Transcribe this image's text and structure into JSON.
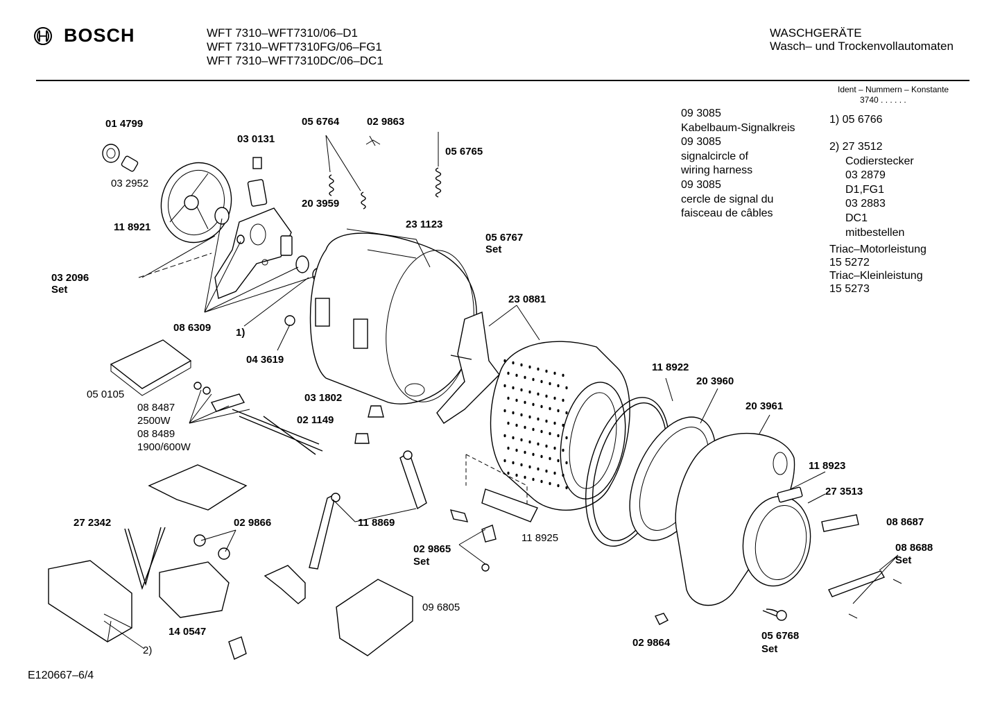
{
  "header": {
    "brand": "BOSCH",
    "models": [
      "WFT 7310–WFT7310/06–D1",
      "WFT 7310–WFT7310FG/06–FG1",
      "WFT 7310–WFT7310DC/06–DC1"
    ],
    "category_line1": "WASCHGERÄTE",
    "category_line2": "Wasch– und Trockenvollautomaten"
  },
  "ident": {
    "title": "Ident – Nummern – Konstante",
    "value": "3740 . . . . . ."
  },
  "wiring_note": [
    "09 3085",
    "Kabelbaum-Signalkreis",
    "09 3085",
    "signalcircle of",
    "wiring harness",
    "09 3085",
    "cercle de signal du",
    "faisceau de câbles"
  ],
  "footnotes": {
    "note1": "1)  05 6766",
    "note2_lines": [
      "2)  27 3512",
      "Codierstecker",
      "03 2879",
      "D1,FG1",
      "03 2883",
      "DC1",
      "mitbestellen"
    ],
    "triac": [
      "Triac–Motorleistung",
      "15 5272",
      "Triac–Kleinleistung",
      "15 5273"
    ]
  },
  "parts": {
    "p014799": "01 4799",
    "p032952": "03 2952",
    "p118921": "11 8921",
    "p032096": "03 2096",
    "p032096_set": "Set",
    "p030131": "03 0131",
    "p056764": "05 6764",
    "p029863": "02 9863",
    "p056765": "05 6765",
    "p203959": "20 3959",
    "p231123": "23 1123",
    "p056767": "05 6767",
    "p056767_set": "Set",
    "p086309": "08 6309",
    "p1": "1)",
    "p043619": "04 3619",
    "p230881": "23 0881",
    "p050105": "05 0105",
    "p088487": "08 8487",
    "p2500w": "2500W",
    "p088489": "08 8489",
    "p1900w": "1900/600W",
    "p031802": "03 1802",
    "p021149": "02 1149",
    "p118922": "11 8922",
    "p203960": "20 3960",
    "p203961": "20 3961",
    "p118923": "11 8923",
    "p273513": "27 3513",
    "p088687": "08 8687",
    "p088688": "08 8688",
    "p088688_set": "Set",
    "p272342": "27 2342",
    "p029866": "02 9866",
    "p118869": "11 8869",
    "p029865": "02 9865",
    "p029865_set": "Set",
    "p118925": "11 8925",
    "p140547": "14 0547",
    "p2": "2)",
    "p096805": "09 6805",
    "p029864": "02 9864",
    "p056768": "05 6768",
    "p056768_set": "Set"
  },
  "footer": {
    "code": "E120667–6/4"
  }
}
